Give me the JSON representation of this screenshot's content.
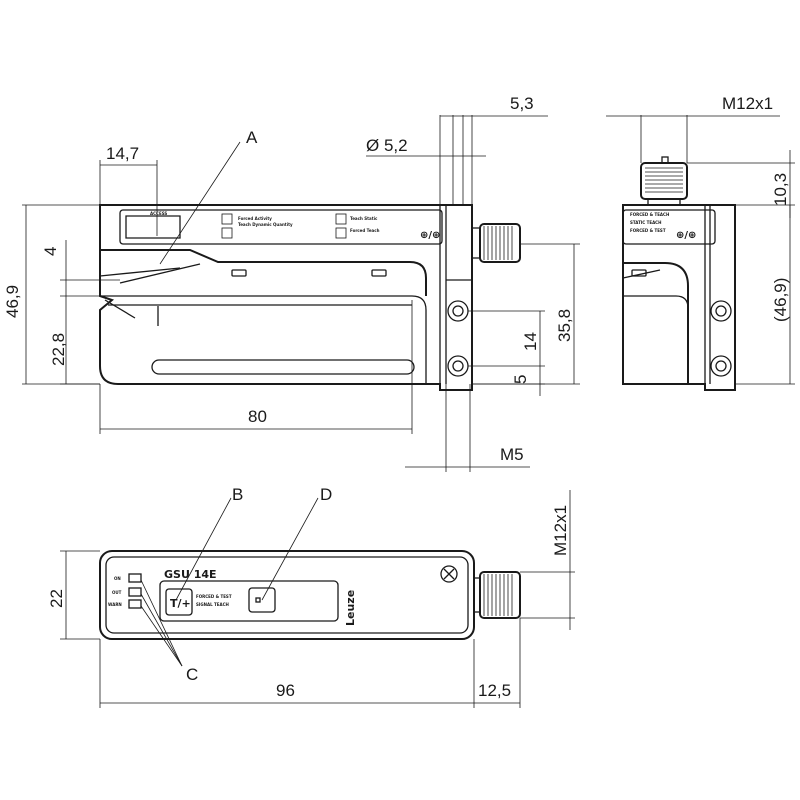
{
  "front_view": {
    "dim_14_7": "14,7",
    "dim_5_3": "5,3",
    "dim_d5_2": "Ø 5,2",
    "dim_46_9": "46,9",
    "dim_4": "4",
    "dim_22_8": "22,8",
    "dim_80": "80",
    "dim_35_8": "35,8",
    "dim_14": "14",
    "dim_5": "5",
    "dim_m5": "M5",
    "callout_a": "A"
  },
  "side_view": {
    "dim_m12x1": "M12x1",
    "dim_10_3": "10,3",
    "dim_46_9_ref": "(46,9)"
  },
  "top_view": {
    "dim_22": "22",
    "dim_96": "96",
    "dim_12_5": "12,5",
    "dim_m12x1_vertical": "M12x1",
    "callout_b": "B",
    "callout_c": "C",
    "callout_d": "D",
    "model_label": "GSU 14E",
    "brand_label": "Leuze",
    "teach_symbol": "T/+",
    "led_labels": [
      "ON",
      "OUT",
      "WARN"
    ],
    "panel_text_1": "FORCED & TEST",
    "panel_text_2": "SIGNAL TEACH"
  },
  "front_panel_text": {
    "label_1": "Forced Activity",
    "label_2": "Teach Dynamic Quantity",
    "label_3": "Teach Static",
    "label_4": "Forced Teach"
  }
}
